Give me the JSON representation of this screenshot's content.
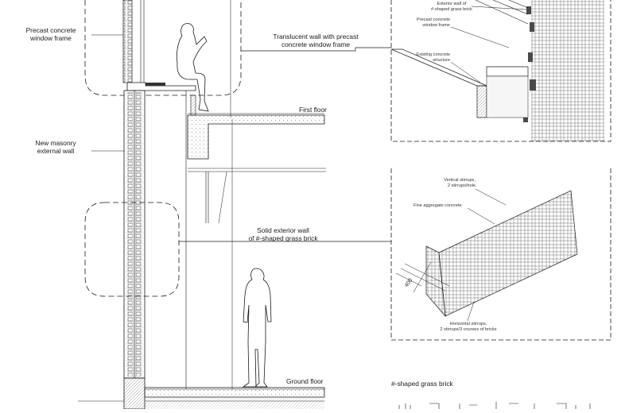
{
  "labels": {
    "precast_frame": [
      "Precast concrete",
      "window frame"
    ],
    "translucent_wall": [
      "Translucent wall with precast",
      "concrete window frame"
    ],
    "first_floor": "First floor",
    "new_masonry": [
      "New masonry",
      "external wall"
    ],
    "solid_wall": [
      "Solid exterior wall",
      "of #-shaped grass brick"
    ],
    "ground_floor": "Ground floor",
    "grass_brick_title": "#-shaped grass brick"
  },
  "detail_top": {
    "exterior_wall": [
      "Exterior wall of",
      "#-shaped grass brick"
    ],
    "precast_frame": [
      "Precast concrete",
      "window frame"
    ],
    "existing_structure": [
      "Existing concrete",
      "structure"
    ]
  },
  "detail_bottom": {
    "vertical_stirrups": [
      "Vertical stirrups,",
      "2 stirrups/hole"
    ],
    "fine_aggregate": "Fine aggregate concrete",
    "dimension": "400",
    "horizontal_stirrups": [
      "Horizontal stirrups,",
      "2 stirrups/3 courses of bricks"
    ]
  },
  "colors": {
    "line": "#1a1a1a",
    "hatch": "#8a8a8a",
    "fill_dark": "#4a4a4a"
  }
}
